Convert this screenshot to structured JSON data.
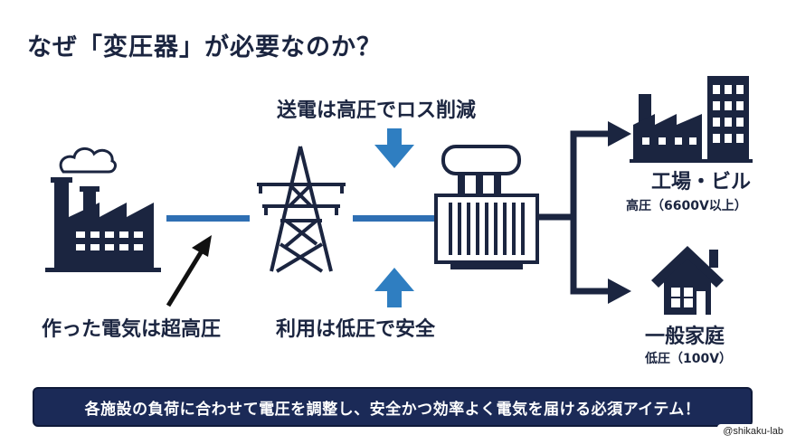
{
  "title": "なぜ「変圧器」が必要なのか？",
  "labels": {
    "top_arrow": "送電は高圧でロス削減",
    "bottom_arrow": "利用は低圧で安全",
    "generation": "作った電気は超高圧",
    "factory": "工場・ビル",
    "factory_sub": "高圧（6600V以上）",
    "home": "一般家庭",
    "home_sub": "低圧（100V）"
  },
  "banner": "各施設の負荷に合わせて電圧を調整し、安全かつ効率よく電気を届ける必須アイテム！",
  "credit": "@shikaku-lab",
  "icons": [
    "power-plant-icon",
    "transmission-tower-icon",
    "transformer-icon",
    "factory-building-icon",
    "house-icon"
  ],
  "colors": {
    "navy": "#1b2540",
    "blue": "#2f7ec1",
    "line": "#2f6fb3",
    "banner": "#1b2a57"
  }
}
